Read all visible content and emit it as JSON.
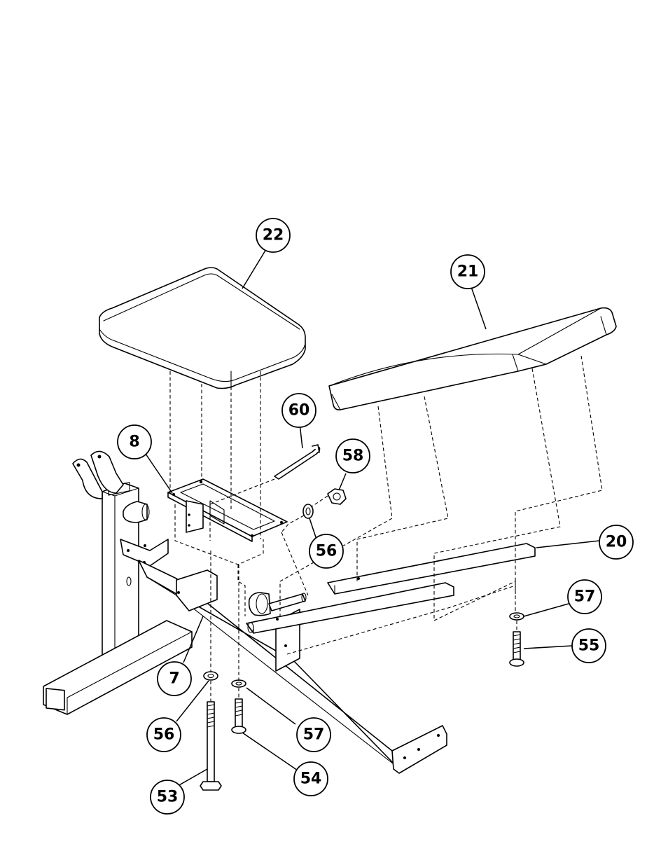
{
  "diagram": {
    "type": "exploded-parts-assembly",
    "callouts": [
      {
        "id": "c22",
        "label": "22"
      },
      {
        "id": "c21",
        "label": "21"
      },
      {
        "id": "c60",
        "label": "60"
      },
      {
        "id": "c8",
        "label": "8"
      },
      {
        "id": "c58",
        "label": "58"
      },
      {
        "id": "c56a",
        "label": "56"
      },
      {
        "id": "c20",
        "label": "20"
      },
      {
        "id": "c57a",
        "label": "57"
      },
      {
        "id": "c55",
        "label": "55"
      },
      {
        "id": "c7",
        "label": "7"
      },
      {
        "id": "c56b",
        "label": "56"
      },
      {
        "id": "c57b",
        "label": "57"
      },
      {
        "id": "c54",
        "label": "54"
      },
      {
        "id": "c53",
        "label": "53"
      }
    ]
  }
}
